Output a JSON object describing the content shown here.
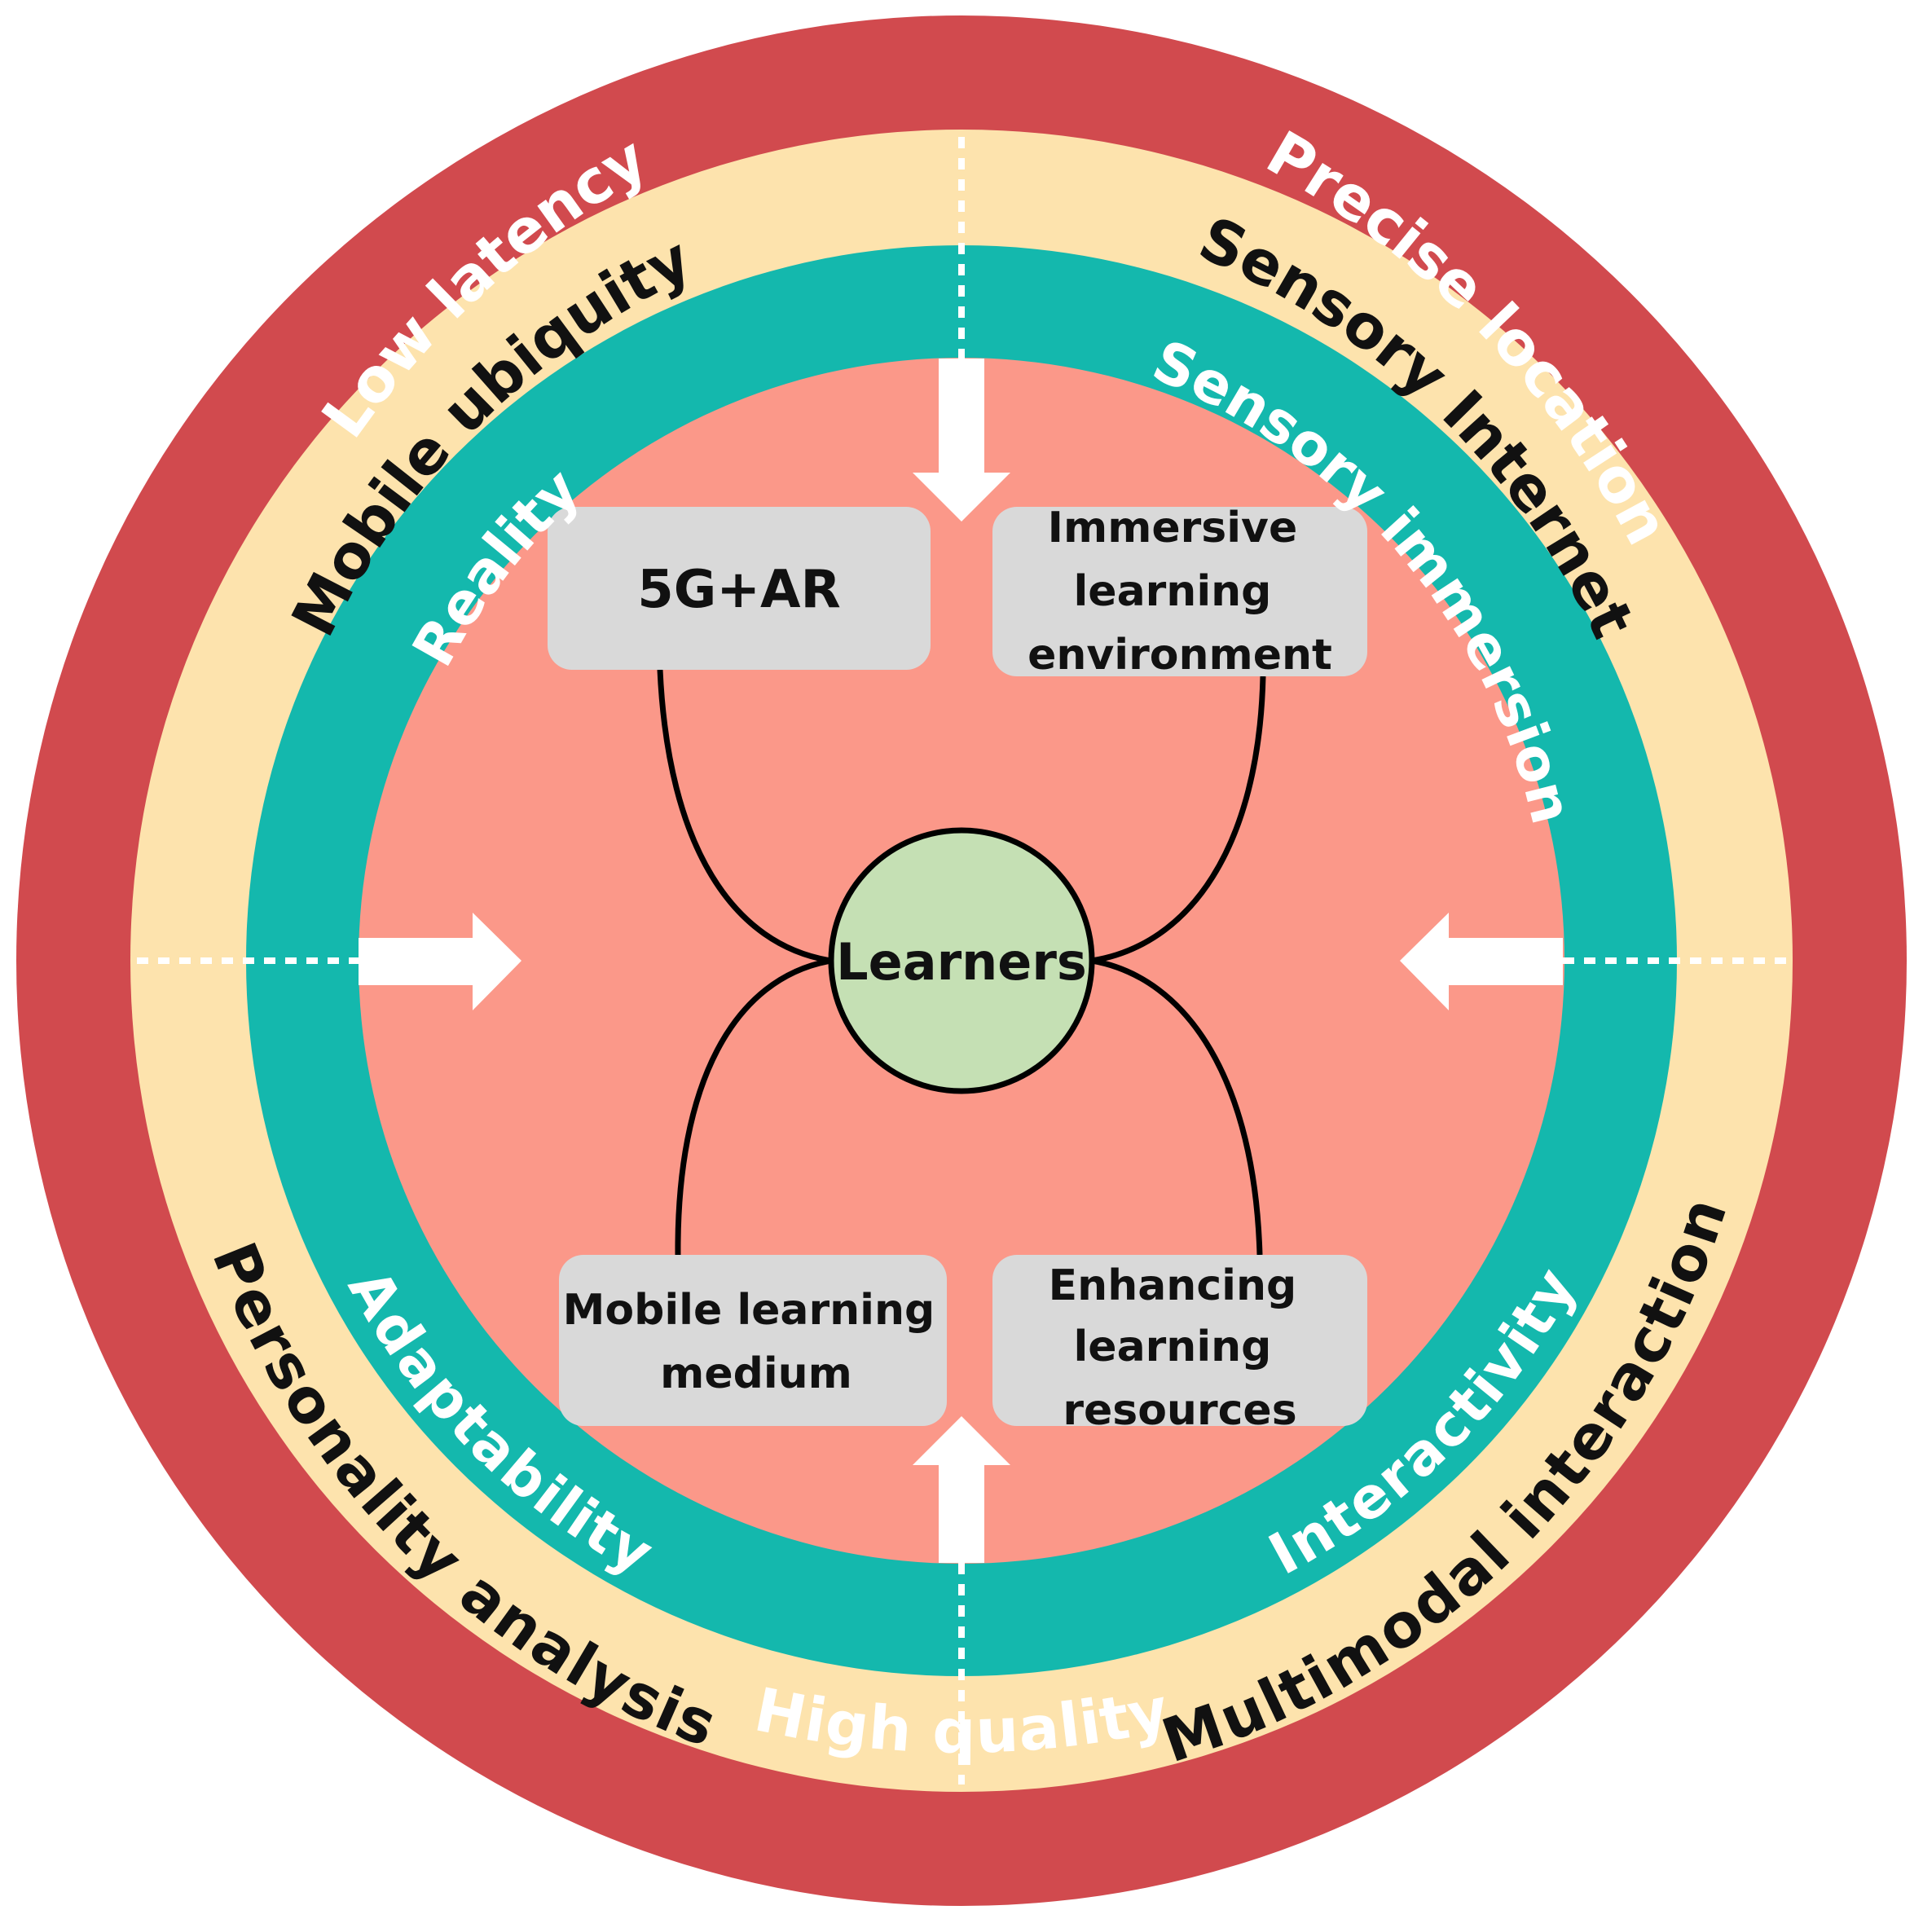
{
  "colors": {
    "outer_ring": "#d14a4e",
    "middle_ring": "#fde3ad",
    "inner_ring": "#14b8ad",
    "core": "#fb9889",
    "box": "#d9d9d9",
    "center": "#c5e0b4",
    "arrow": "#ffffff",
    "line": "#000000"
  },
  "outer_ring": {
    "top_left": "Low latency",
    "top_right": "Precise location",
    "bottom": "High quality"
  },
  "middle_ring": {
    "top_left": "Mobile ubiquity",
    "top_right": "Sensory Internet",
    "bottom_left": "Personality analysis",
    "bottom_right": "Multimodal interaction"
  },
  "inner_ring": {
    "top_left": "Reality",
    "top_right": "Sensory immersion",
    "bottom_left": "Adaptability",
    "bottom_right": "Interactivity"
  },
  "boxes": {
    "top_left": {
      "lines": [
        "5G+AR"
      ]
    },
    "top_right": {
      "lines": [
        "Immersive",
        "learning",
        "environment"
      ]
    },
    "bottom_left": {
      "lines": [
        "Mobile learning",
        "medium"
      ]
    },
    "bottom_right": {
      "lines": [
        "Enhancing",
        "learning",
        "resources"
      ]
    }
  },
  "center": {
    "label": "Learners"
  },
  "icons": [
    "arrow-down-icon",
    "arrow-right-icon",
    "arrow-left-icon",
    "arrow-up-icon"
  ]
}
